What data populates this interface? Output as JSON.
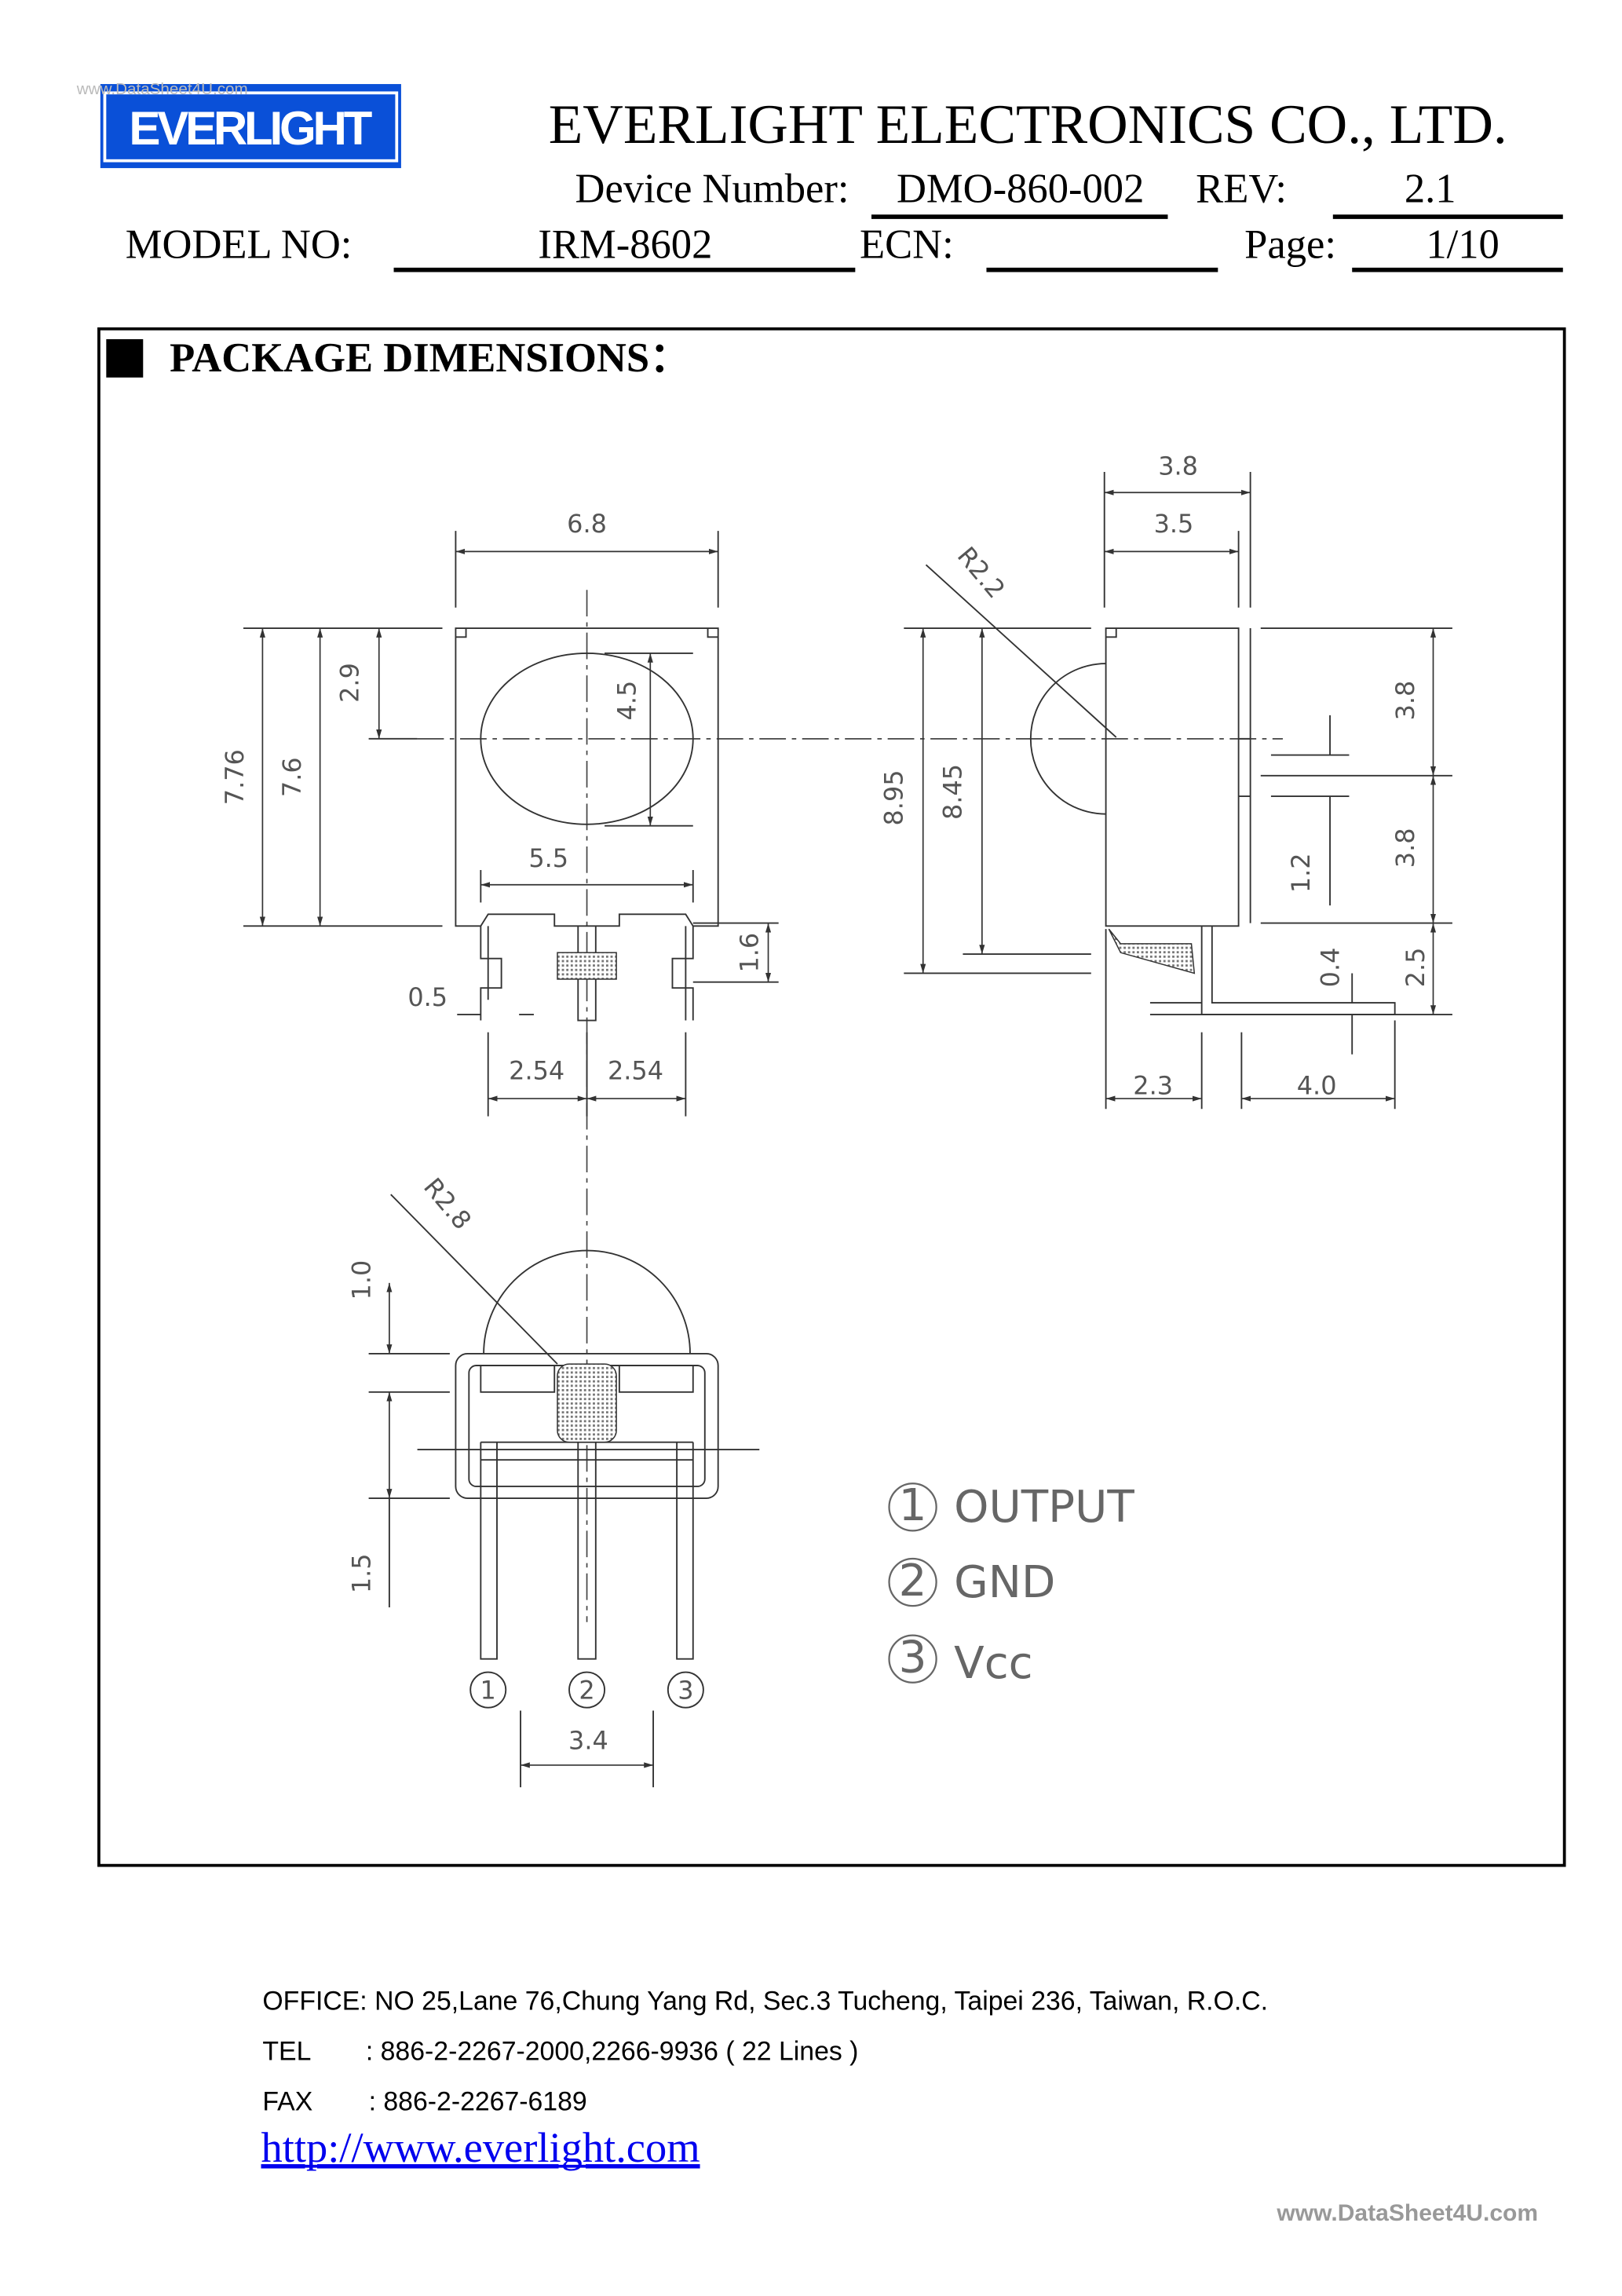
{
  "header": {
    "logo_text": "EVERLIGHT",
    "logo_watermark": "www.DataSheet4U.com",
    "company": "EVERLIGHT ELECTRONICS CO., LTD.",
    "device_number_label": "Device Number:",
    "device_number": "DMO-860-002",
    "rev_label": "REV:",
    "rev": "2.1",
    "model_label": "MODEL NO:",
    "model": "IRM-8602",
    "ecn_label": "ECN:",
    "ecn": "",
    "page_label": "Page:",
    "page": "1/10"
  },
  "section": {
    "title": "PACKAGE DIMENSIONS：",
    "dimensions": {
      "width_6_8": "6.8",
      "h_7_76": "7.76",
      "h_7_6": "7.6",
      "h_2_9": "2.9",
      "d_4_5": "4.5",
      "w_5_5": "5.5",
      "lead_1_6": "1.6",
      "lead_0_5": "0.5",
      "pitch_a": "2.54",
      "pitch_b": "2.54",
      "top_3_8": "3.8",
      "top_3_5": "3.5",
      "r_2_2": "R2.2",
      "h_8_95": "8.95",
      "h_8_45": "8.45",
      "r_3_8a": "3.8",
      "r_3_8b": "3.8",
      "r_2_5": "2.5",
      "r_1_2": "1.2",
      "r_0_4": "0.4",
      "b_2_3": "2.3",
      "b_4_0": "4.0",
      "r_2_8": "R2.8",
      "b_1_0": "1.0",
      "b_1_5": "1.5",
      "b_3_4": "3.4"
    },
    "pin_numbers": [
      "1",
      "2",
      "3"
    ],
    "pins": [
      {
        "number": "1",
        "name": "OUTPUT"
      },
      {
        "number": "2",
        "name": "GND"
      },
      {
        "number": "3",
        "name": "Vcc"
      }
    ]
  },
  "footer": {
    "office": "OFFICE: NO 25,Lane 76,Chung Yang Rd, Sec.3 Tucheng, Taipei 236, Taiwan, R.O.C.",
    "tel_label": "TEL",
    "tel": ": 886-2-2267-2000,2266-9936 ( 22 Lines )",
    "fax_label": "FAX",
    "fax": ": 886-2-2267-6189",
    "website": "http://www.everlight.com",
    "watermark": "www.DataSheet4U.com"
  },
  "colors": {
    "brand_blue": "#0a50d8",
    "link_blue": "#0000ee"
  }
}
